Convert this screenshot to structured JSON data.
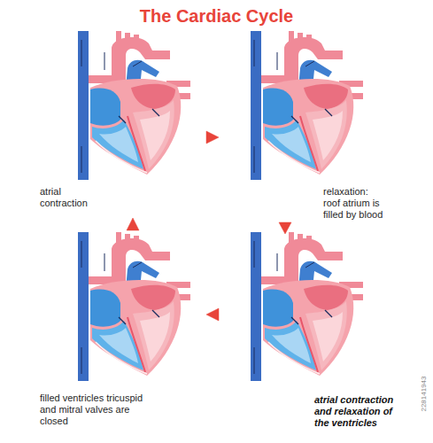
{
  "diagram": {
    "title": "The Cardiac Cycle",
    "nodes": [
      {
        "text": [
          "atrial contraction"
        ]
      },
      {
        "text": [
          "relaxation: roof atrium is filled by blood"
        ]
      },
      {
        "text": [
          "filled ventricles tricuspid and mitral valves are closed"
        ]
      },
      {
        "text": [
          "atrial contraction and relaxation of the ventricles"
        ]
      }
    ],
    "edges": [
      {
        "from": 0,
        "to": 1,
        "arrow": "to"
      },
      {
        "from": 1,
        "to": 3,
        "arrow": "to"
      },
      {
        "from": 3,
        "to": 2,
        "arrow": "to"
      },
      {
        "from": 2,
        "to": 0,
        "arrow": "to"
      }
    ],
    "labels": [
      "228141943"
    ]
  }
}
